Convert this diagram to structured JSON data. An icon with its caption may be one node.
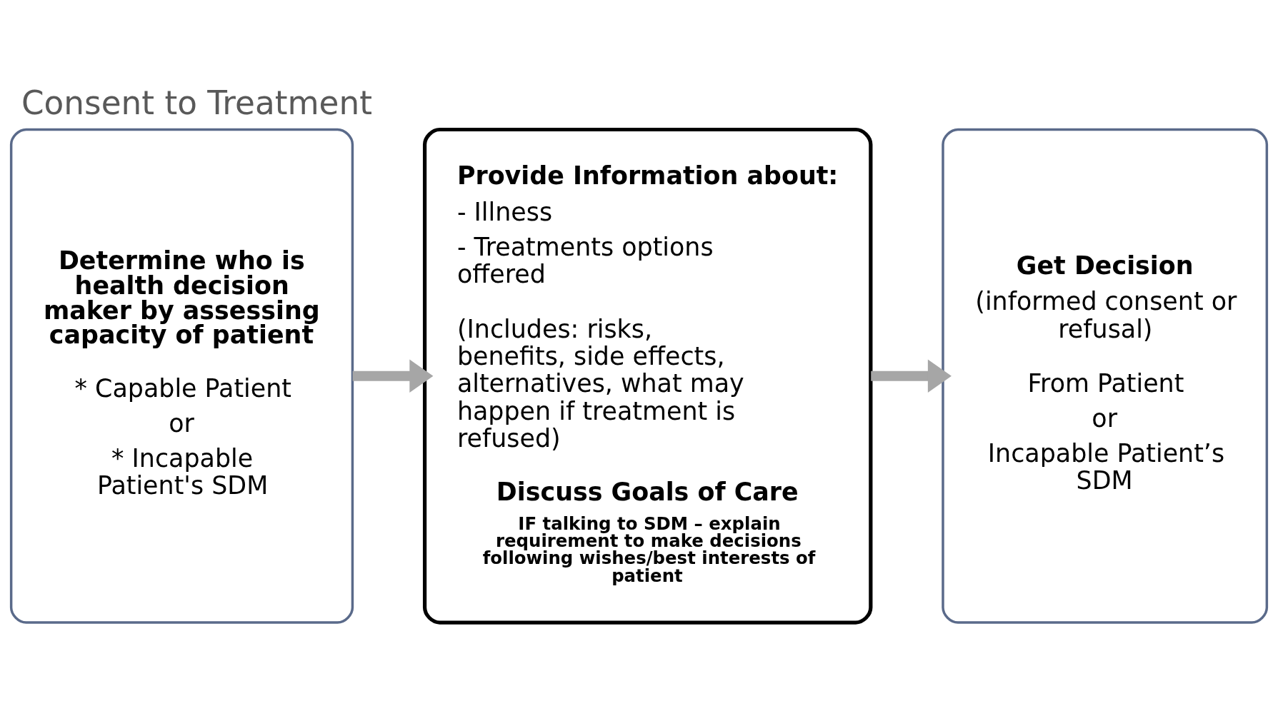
{
  "diagram": {
    "title": "Consent to Treatment",
    "nodes": [
      {
        "text": [
          "Determine who is health decision maker by assessing capacity of patient",
          "* Capable Patient",
          "or",
          "* Incapable Patient's SDM"
        ]
      },
      {
        "text": [
          "Provide Information about:",
          "- Illness",
          "- Treatments options offered",
          "(Includes: risks, benefits, side effects, alternatives, what may happen if treatment is refused)",
          "Discuss Goals of Care",
          "IF talking to SDM – explain requirement to make decisions following wishes/best interests of patient"
        ]
      },
      {
        "text": [
          "Get Decision",
          "(informed consent or refusal)",
          "From Patient",
          "or",
          "Incapable Patient’s SDM"
        ]
      }
    ],
    "edges": [
      {
        "from": 0,
        "to": 1,
        "arrow": "to"
      },
      {
        "from": 1,
        "to": 2,
        "arrow": "to"
      }
    ]
  }
}
